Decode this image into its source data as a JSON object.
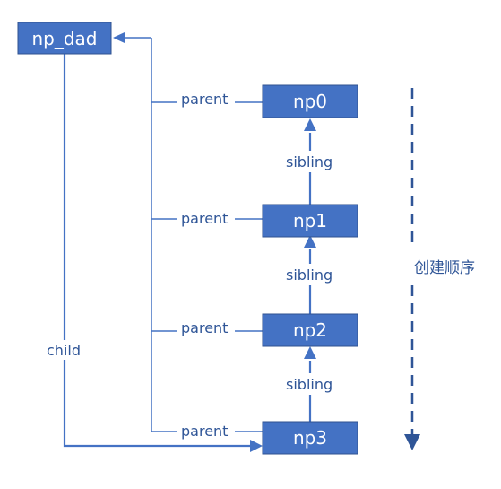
{
  "nodes": {
    "dad": "np_dad",
    "np0": "np0",
    "np1": "np1",
    "np2": "np2",
    "np3": "np3"
  },
  "edge_labels": {
    "parent": "parent",
    "sibling": "sibling",
    "child": "child"
  },
  "order_label": "创建顺序",
  "colors": {
    "node_fill": "#4472c4",
    "node_stroke": "#2f528f",
    "label_text": "#2f5597"
  }
}
